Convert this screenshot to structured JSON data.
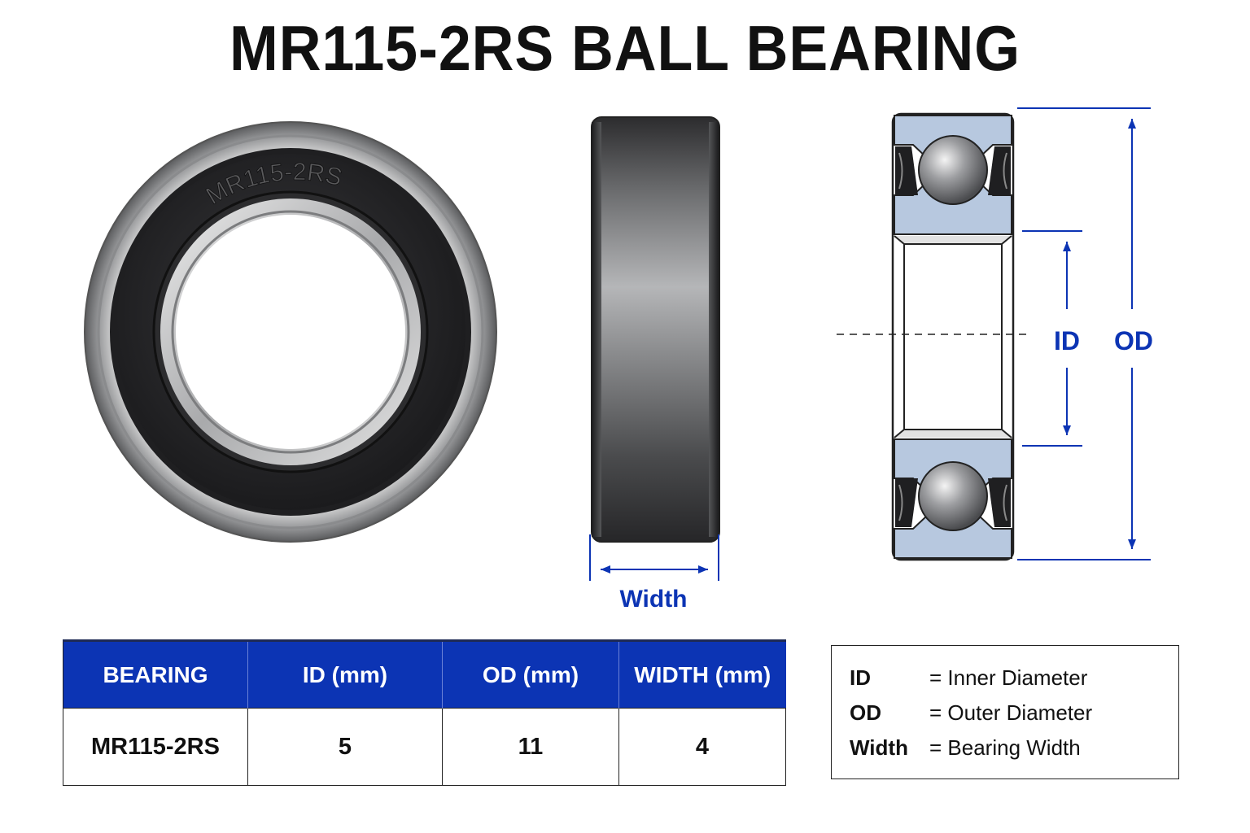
{
  "title": "MR115-2RS BALL BEARING",
  "seal_marking": "MR115-2RS",
  "dimension_labels": {
    "width": "Width",
    "inner": "ID",
    "outer": "OD"
  },
  "colors": {
    "accent_blue": "#0c34b4",
    "section_fill": "#b7c8df",
    "seal_black": "#2a2a2c",
    "steel": "#b8b9bb"
  },
  "table": {
    "headers": [
      "BEARING",
      "ID (mm)",
      "OD (mm)",
      "WIDTH (mm)"
    ],
    "rows": [
      [
        "MR115-2RS",
        "5",
        "11",
        "4"
      ]
    ]
  },
  "legend": [
    {
      "key": "ID",
      "value": "= Inner Diameter"
    },
    {
      "key": "OD",
      "value": "= Outer Diameter"
    },
    {
      "key": "Width",
      "value": "= Bearing Width"
    }
  ]
}
